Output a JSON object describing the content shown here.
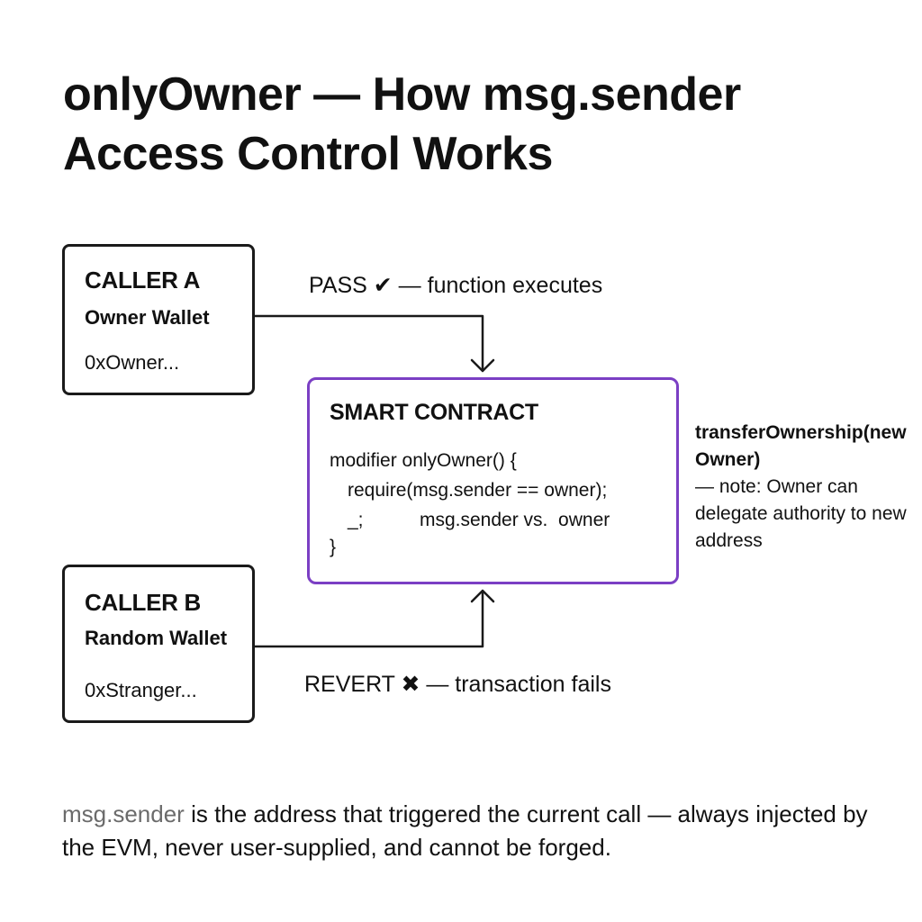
{
  "title": {
    "line1": "onlyOwner — How msg.sender",
    "line2": "Access Control Works"
  },
  "caller_a": {
    "title": "CALLER A",
    "subtitle": "Owner Wallet",
    "address": "0xOwner..."
  },
  "caller_b": {
    "title": "CALLER B",
    "subtitle": "Random Wallet",
    "address": "0xStranger..."
  },
  "contract": {
    "title": "SMART CONTRACT",
    "code": [
      "modifier onlyOwner() {",
      "require(msg.sender == owner);",
      "_;",
      "}"
    ],
    "inline_note": "msg.sender vs.  owner"
  },
  "flows": {
    "pass": "PASS ✔ — function executes",
    "revert": "REVERT ✖ — transaction fails"
  },
  "side_note": {
    "function": "transferOwnership(newOwner)",
    "description": "— note: Owner can delegate authority to new address"
  },
  "footer": {
    "highlight": "msg.sender",
    "text": " is the address that triggered the current call — always injected by the EVM, never user-supplied, and cannot be forged."
  },
  "colors": {
    "contract_border": "#7b3fc4",
    "box_border": "#1a1a1a",
    "highlight_text": "#6b6b6b"
  }
}
